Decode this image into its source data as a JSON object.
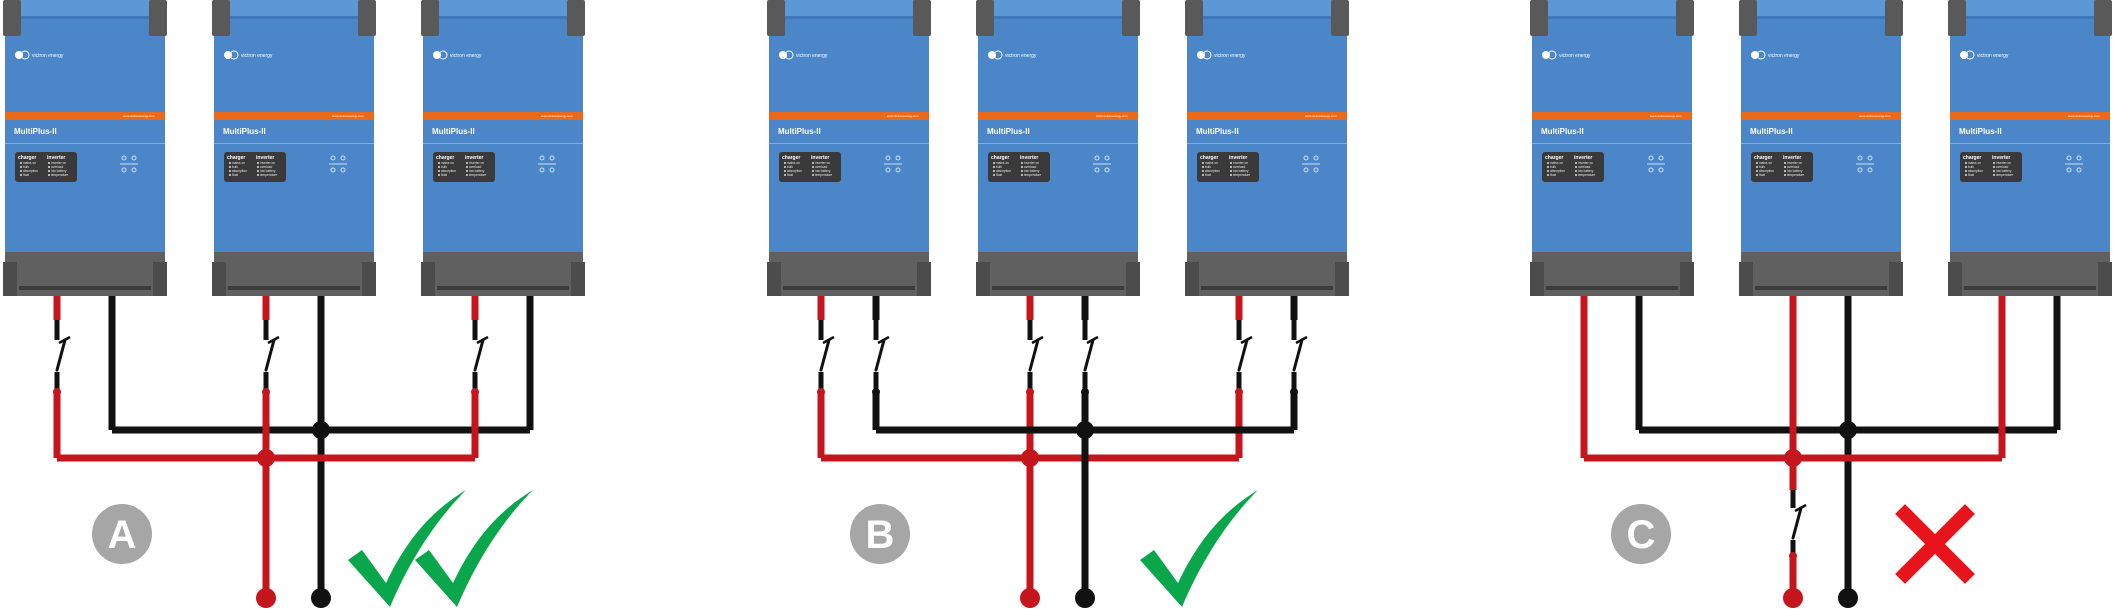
{
  "units": {
    "brand": "victron energy",
    "model": "MultiPlus-II",
    "url": "www.victronenergy.com",
    "panel_left_title": "charger",
    "panel_right_title": "inverter",
    "panel_left_items": [
      "mains on",
      "bulk",
      "absorption",
      "float"
    ],
    "panel_right_items": [
      "inverter on",
      "overload",
      "low battery",
      "temperature"
    ]
  },
  "configurations": [
    {
      "id": "A",
      "label": "A",
      "verdict": "double-check",
      "verdict_color": "#0aa64b"
    },
    {
      "id": "B",
      "label": "B",
      "verdict": "check",
      "verdict_color": "#0aa64b"
    },
    {
      "id": "C",
      "label": "C",
      "verdict": "cross",
      "verdict_color": "#e8141b"
    }
  ],
  "colors": {
    "unit_blue": "#4a86c8",
    "unit_blue_top": "#5c97d6",
    "unit_base": "#606060",
    "accent_orange": "#e86a1a",
    "positive_wire": "#c4161c",
    "negative_wire": "#111111",
    "label_circle": "#a6a6a6"
  }
}
